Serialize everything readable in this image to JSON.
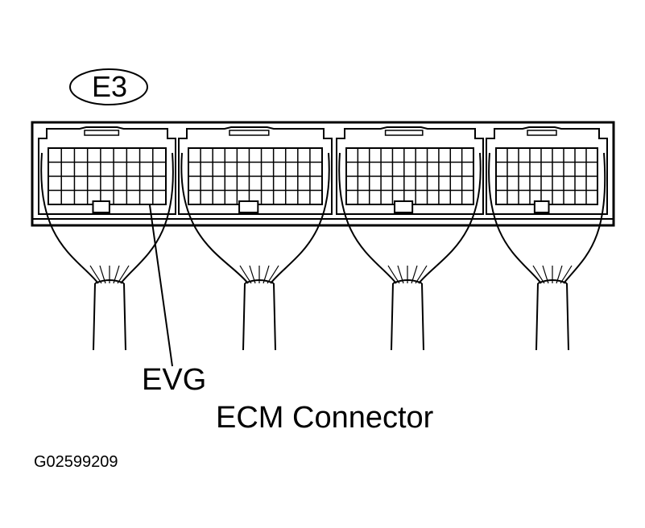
{
  "connector_id": "E3",
  "pin_label": "EVG",
  "caption": "ECM Connector",
  "figure_code": "G02599209",
  "colors": {
    "ink": "#000000",
    "paper": "#ffffff"
  },
  "connector_blocks": [
    {
      "name": "block-1",
      "rows": 4,
      "cols": 9
    },
    {
      "name": "block-2",
      "rows": 4,
      "cols": 11
    },
    {
      "name": "block-3",
      "rows": 4,
      "cols": 11
    },
    {
      "name": "block-4",
      "rows": 4,
      "cols": 9
    }
  ]
}
